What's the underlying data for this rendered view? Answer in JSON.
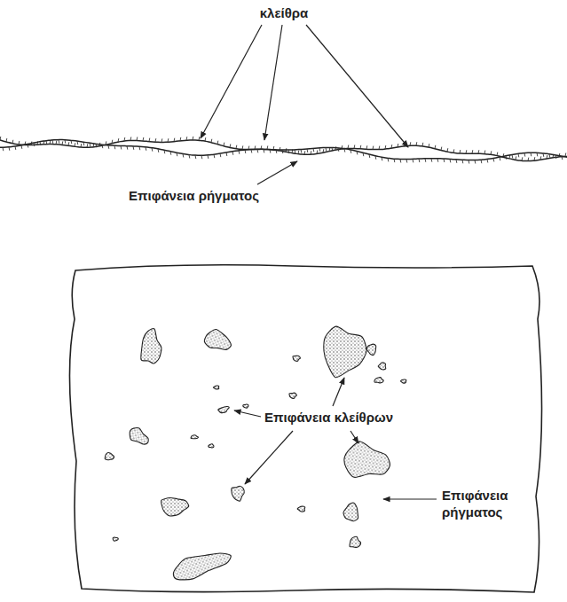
{
  "diagram": {
    "labels": [
      "κλείθρα",
      "Επιφάνεια ρήγματος",
      "Επιφάνεια κλείθρων",
      "Επιφάνεια ρήγματος"
    ]
  }
}
